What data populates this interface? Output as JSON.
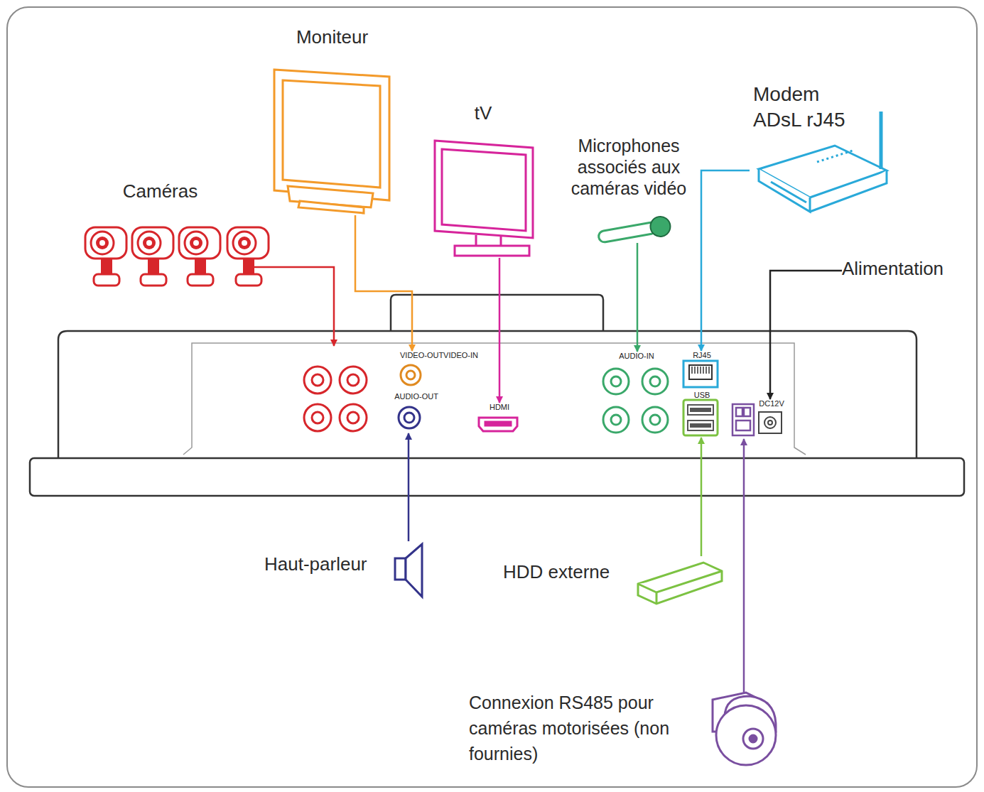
{
  "diagram": {
    "nodes": [
      {
        "text": [
          "Caméras"
        ]
      },
      {
        "text": [
          "Moniteur"
        ]
      },
      {
        "text": [
          "tV"
        ]
      },
      {
        "text": [
          "Microphones associés aux caméras vidéo"
        ]
      },
      {
        "text": [
          "Modem ADsL rJ45"
        ]
      },
      {
        "text": [
          "Alimentation"
        ]
      },
      {
        "text": [
          "VIDEO-OUTVIDEO-IN"
        ]
      },
      {
        "text": [
          "AUDIO-OUT"
        ]
      },
      {
        "text": [
          "HDMI"
        ]
      },
      {
        "text": [
          "AUDIO-IN"
        ]
      },
      {
        "text": [
          "RJ45"
        ]
      },
      {
        "text": [
          "USB"
        ]
      },
      {
        "text": [
          "DC12V"
        ]
      },
      {
        "text": [
          "Haut-parleur"
        ]
      },
      {
        "text": [
          "HDD externe"
        ]
      },
      {
        "text": [
          "Connexion RS485 pour caméras motorisées (non fournies)"
        ]
      }
    ],
    "edges": [
      {
        "from": 1,
        "to": 6,
        "arrow": "to"
      },
      {
        "from": 2,
        "to": 8,
        "arrow": "to"
      },
      {
        "from": 3,
        "to": 9,
        "arrow": "to"
      },
      {
        "from": 4,
        "to": 10,
        "arrow": "to"
      },
      {
        "from": 5,
        "to": 12,
        "arrow": "to"
      },
      {
        "from": 13,
        "to": 7,
        "arrow": "to"
      },
      {
        "from": 14,
        "to": 11,
        "arrow": "to"
      }
    ]
  }
}
